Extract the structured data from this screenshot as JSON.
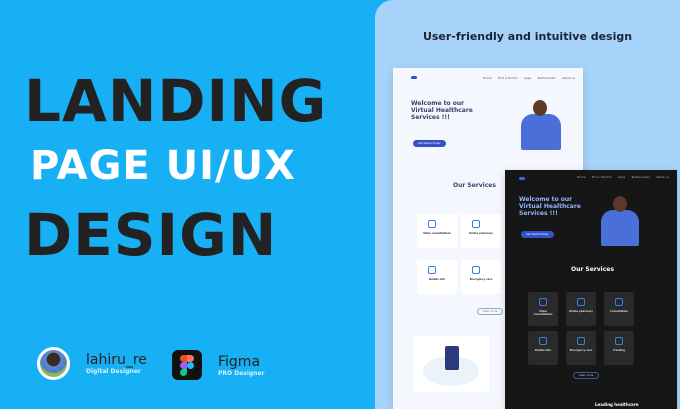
{
  "headline": {
    "line1": "LANDING",
    "line2": "PAGE UI/UX",
    "line3": "DESIGN"
  },
  "designer": {
    "name": "lahiru_re",
    "role": "Digital Designer"
  },
  "tool": {
    "name": "Figma",
    "role": "PRO Designer"
  },
  "panel": {
    "title": "User-friendly and intuitive design"
  },
  "mockup": {
    "nav": [
      "Home",
      "Find a Doctor",
      "Apps",
      "Testimonials",
      "About us"
    ],
    "hero_title": "Welcome to our Virtual Healthcare Services !!!",
    "cta": "Get Started Today",
    "services_title": "Our Services",
    "services": [
      "Video consultations",
      "Online pharmacy",
      "Consultation",
      "Details info",
      "Emergency care",
      "Tracking"
    ],
    "learn_more": "Learn more",
    "footer_heading": "Leading healthcare"
  },
  "colors": {
    "background": "#18b0f4",
    "panel": "#a7d3fb",
    "accent": "#3452c8",
    "dark_text": "#222222"
  }
}
